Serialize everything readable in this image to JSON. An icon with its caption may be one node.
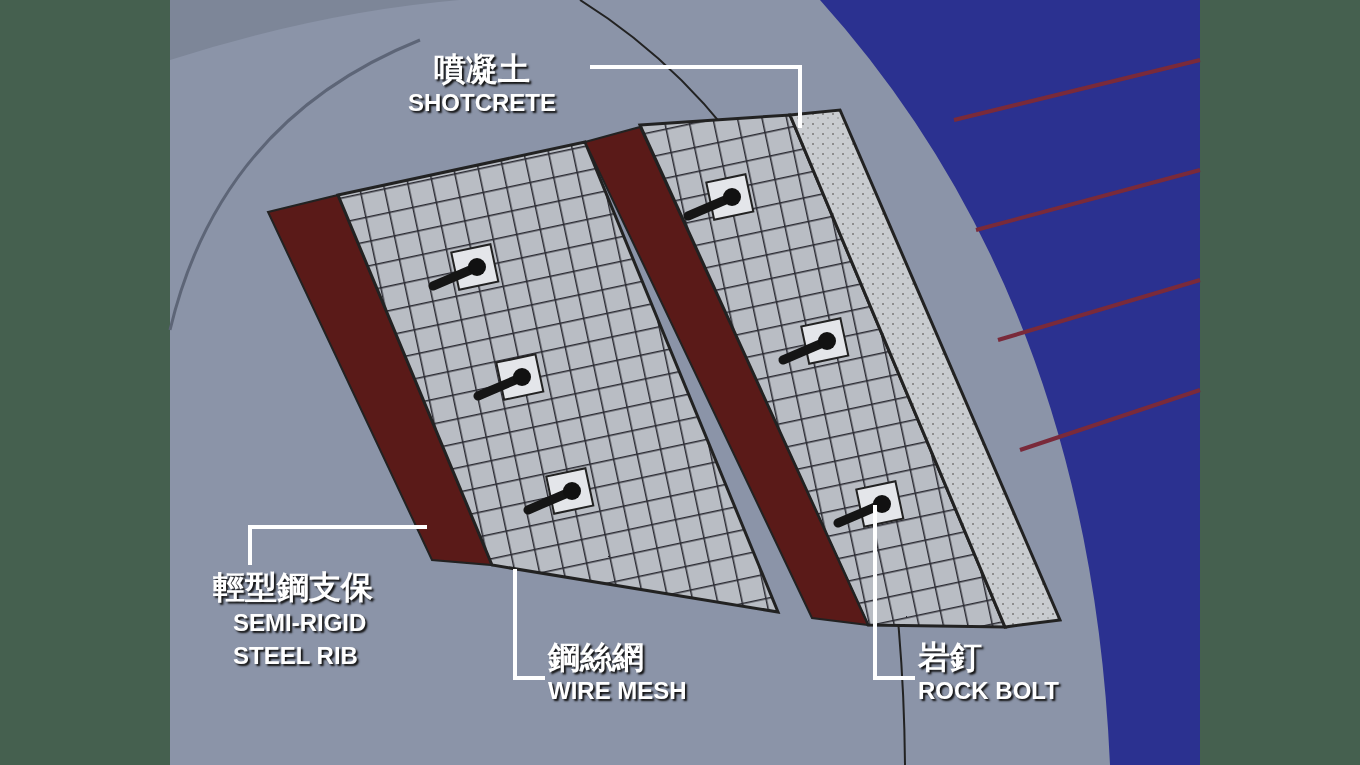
{
  "diagram": {
    "nodes": [
      {
        "text": [
          "噴凝土",
          "SHOTCRETE"
        ]
      },
      {
        "text": [
          "輕型鋼支保",
          "SEMI-RIGID STEEL RIB"
        ]
      },
      {
        "text": [
          "鋼絲網",
          "WIRE MESH"
        ]
      },
      {
        "text": [
          "岩釘",
          "ROCK BOLT"
        ]
      },
      {
        "text": [],
        "shape": "picture"
      },
      {
        "text": [],
        "shape": "picture"
      },
      {
        "text": [],
        "shape": "picture"
      },
      {
        "text": [],
        "shape": "picture"
      }
    ],
    "edges": [
      {
        "from": 0,
        "to": 4,
        "arrow": "none"
      },
      {
        "from": 1,
        "to": 5,
        "arrow": "none"
      },
      {
        "from": 2,
        "to": 6,
        "arrow": "none"
      },
      {
        "from": 3,
        "to": 7,
        "arrow": "none"
      }
    ]
  }
}
